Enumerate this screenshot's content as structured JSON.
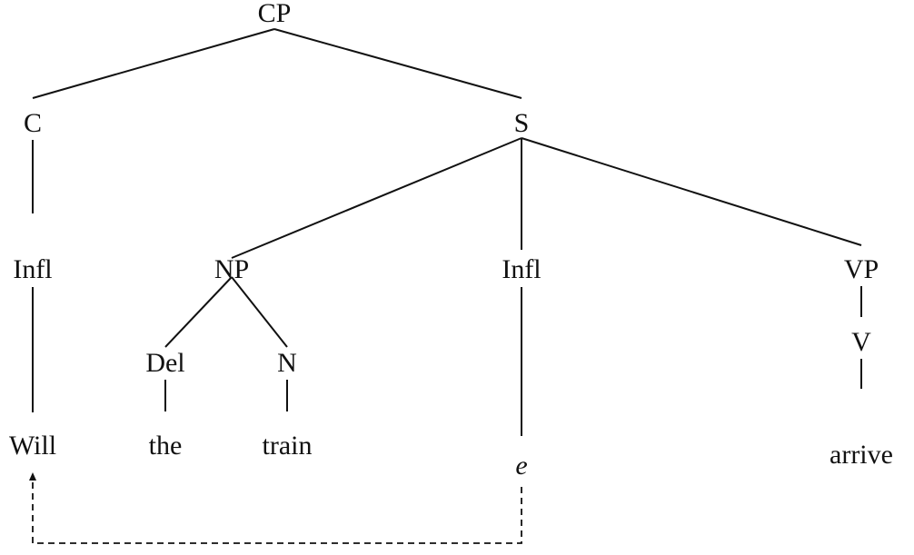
{
  "diagram": {
    "nodes": {
      "cp": "CP",
      "c": "C",
      "s": "S",
      "infl_c": "Infl",
      "will": "Will",
      "np": "NP",
      "del": "Del",
      "the": "the",
      "n": "N",
      "train": "train",
      "infl_s": "Infl",
      "trace": "e",
      "vp": "VP",
      "v": "V",
      "arrive": "arrive"
    },
    "edges": [
      [
        "cp",
        "c"
      ],
      [
        "cp",
        "s"
      ],
      [
        "c",
        "infl_c"
      ],
      [
        "infl_c",
        "will"
      ],
      [
        "s",
        "np"
      ],
      [
        "s",
        "infl_s"
      ],
      [
        "s",
        "vp"
      ],
      [
        "np",
        "del"
      ],
      [
        "np",
        "n"
      ],
      [
        "del",
        "the"
      ],
      [
        "n",
        "train"
      ],
      [
        "infl_s",
        "trace"
      ],
      [
        "vp",
        "v"
      ],
      [
        "v",
        "arrive"
      ]
    ],
    "movement": {
      "from": "trace",
      "to": "will",
      "style": "dashed"
    }
  }
}
